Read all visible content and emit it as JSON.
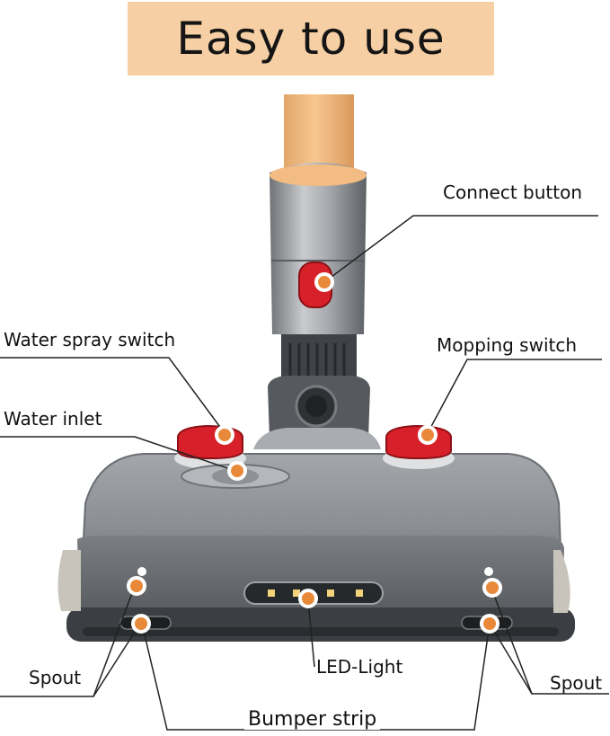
{
  "banner": {
    "title": "Easy to use"
  },
  "callouts": {
    "connect_button": "Connect button",
    "water_spray_switch": "Water spray switch",
    "mopping_switch": "Mopping switch",
    "water_inlet": "Water inlet",
    "spout_left": "Spout",
    "spout_right": "Spout",
    "led_light": "LED-Light",
    "bumper_strip": "Bumper strip"
  },
  "colors": {
    "banner_bg": "#f6cfa4",
    "marker": "#e8893a",
    "switch_red": "#d8202a",
    "body_gray": "#8a8d91"
  }
}
